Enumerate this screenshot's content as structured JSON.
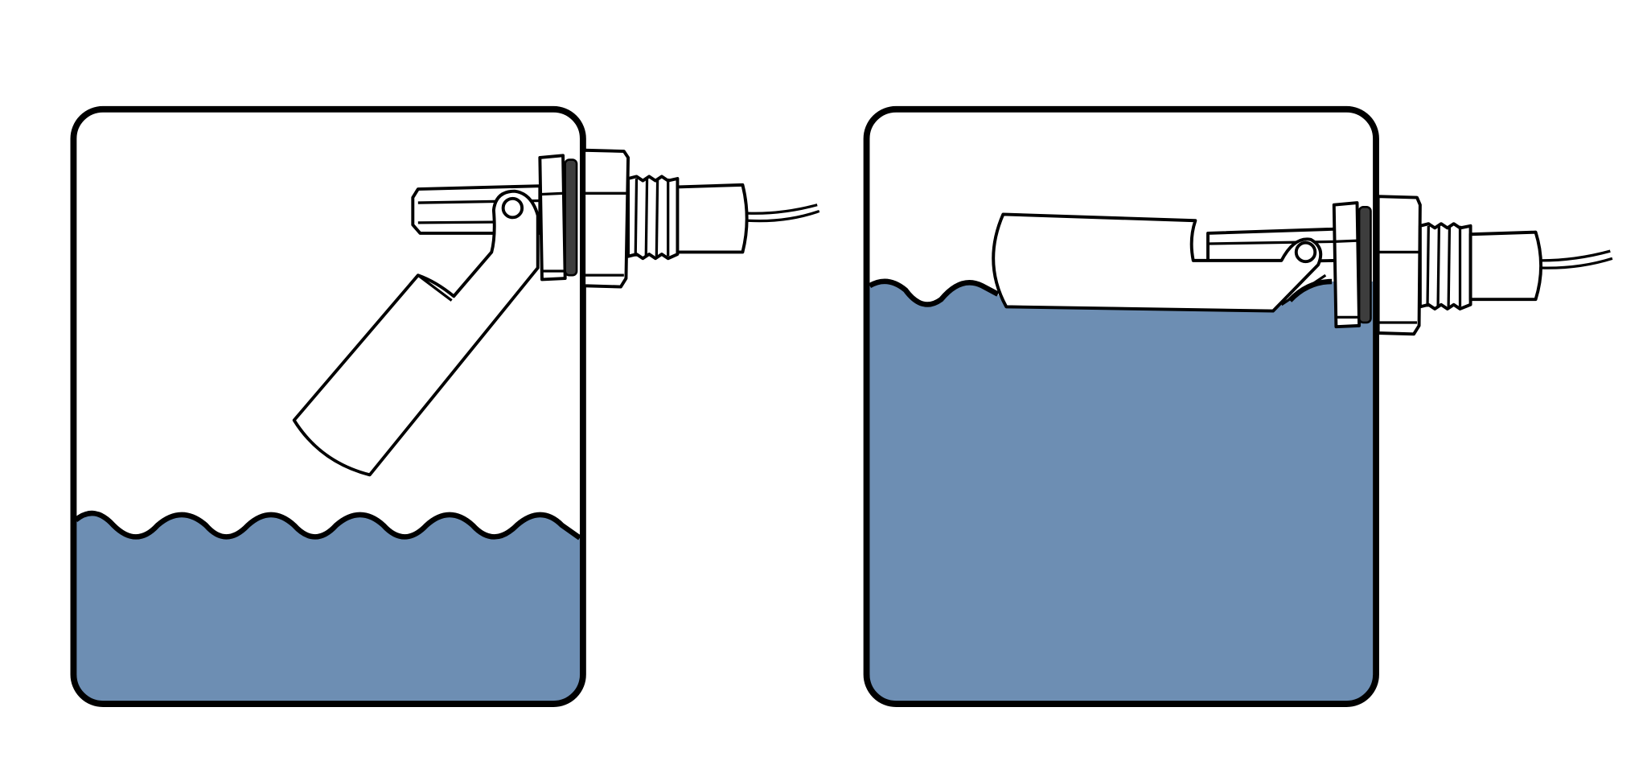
{
  "colors": {
    "water": "#6d8eb3",
    "outline": "#000000",
    "gasket": "#3d3d3d",
    "background": "#ffffff"
  },
  "tanks": [
    {
      "state": "low-level",
      "float_position": "hanging-down",
      "water_level_fraction": 0.3
    },
    {
      "state": "high-level",
      "float_position": "floating-horizontal",
      "water_level_fraction": 0.68
    }
  ]
}
